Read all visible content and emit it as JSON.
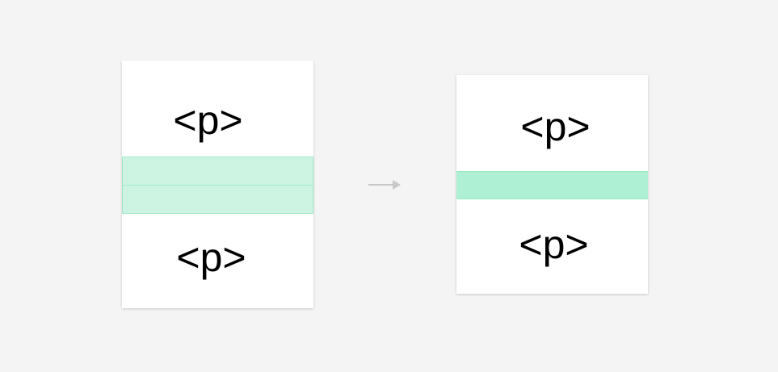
{
  "diagram": {
    "before": {
      "top_tag": "<p>",
      "bottom_tag": "<p>"
    },
    "after": {
      "top_tag": "<p>",
      "bottom_tag": "<p>"
    },
    "colors": {
      "background": "#f4f4f4",
      "card": "#ffffff",
      "margin_fill": "#cdf3e2",
      "margin_border": "#9fe9c8",
      "collapsed_margin_fill": "#aef0d3",
      "arrow": "#c8c8c8"
    },
    "icons": {
      "transition": "right-arrow-icon"
    }
  }
}
